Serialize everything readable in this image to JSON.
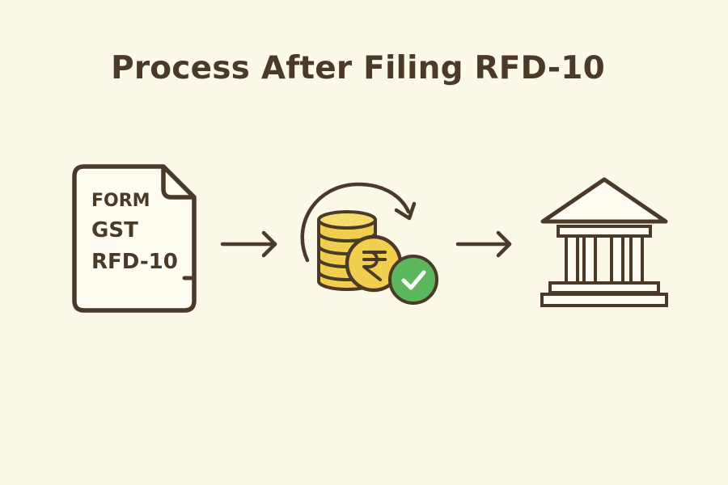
{
  "title": "Process After Filing RFD-10",
  "form": {
    "line1": "FORM",
    "line2": "GST",
    "line3": "RFD-10"
  },
  "steps": [
    {
      "name": "form-document",
      "icon": "document-icon"
    },
    {
      "name": "refund-processing",
      "icon": "coins-rupee-check-icon"
    },
    {
      "name": "bank",
      "icon": "bank-building-icon"
    }
  ],
  "colors": {
    "background": "#fcf9e8",
    "outline": "#4a3a27",
    "coin": "#f2ce4f",
    "check": "#5cb85c"
  }
}
